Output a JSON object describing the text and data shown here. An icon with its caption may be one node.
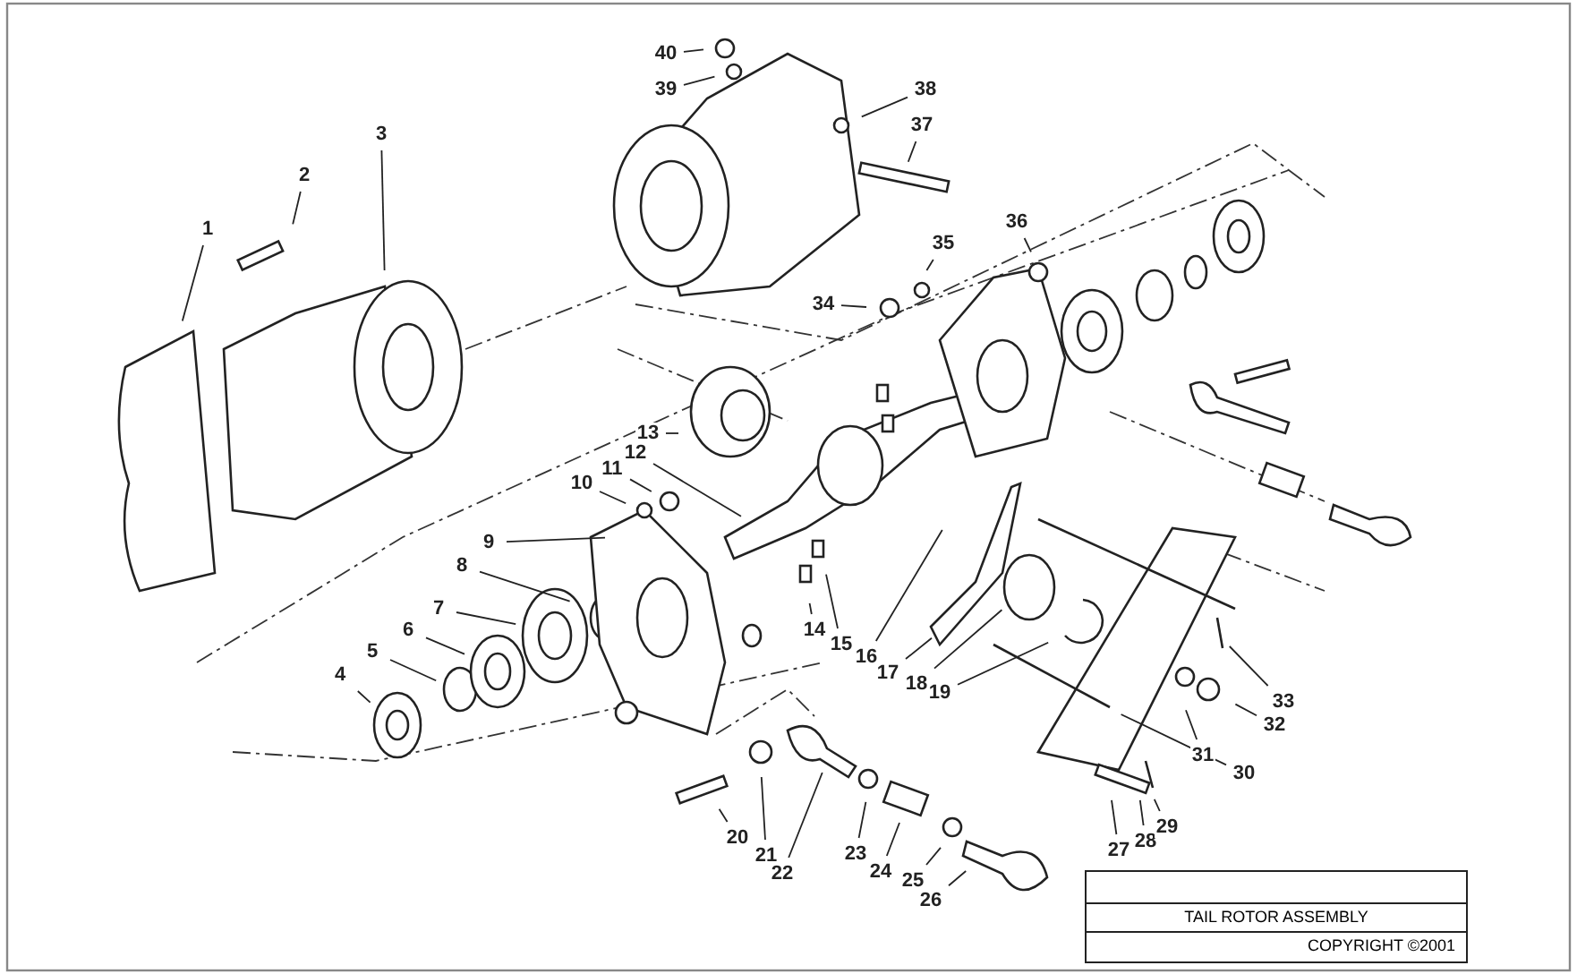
{
  "diagram": {
    "title": "TAIL ROTOR ASSEMBLY",
    "nodes": [
      {
        "text": [
          "1"
        ]
      },
      {
        "text": [
          "2"
        ]
      },
      {
        "text": [
          "3"
        ]
      },
      {
        "text": [
          "4"
        ]
      },
      {
        "text": [
          "5"
        ]
      },
      {
        "text": [
          "6"
        ]
      },
      {
        "text": [
          "7"
        ]
      },
      {
        "text": [
          "8"
        ]
      },
      {
        "text": [
          "9"
        ]
      },
      {
        "text": [
          "10"
        ]
      },
      {
        "text": [
          "11"
        ]
      },
      {
        "text": [
          "12"
        ]
      },
      {
        "text": [
          "13"
        ]
      },
      {
        "text": [
          "14"
        ]
      },
      {
        "text": [
          "15"
        ]
      },
      {
        "text": [
          "16"
        ]
      },
      {
        "text": [
          "17"
        ]
      },
      {
        "text": [
          "18"
        ]
      },
      {
        "text": [
          "19"
        ]
      },
      {
        "text": [
          "20"
        ]
      },
      {
        "text": [
          "21"
        ]
      },
      {
        "text": [
          "22"
        ]
      },
      {
        "text": [
          "23"
        ]
      },
      {
        "text": [
          "24"
        ]
      },
      {
        "text": [
          "25"
        ]
      },
      {
        "text": [
          "26"
        ]
      },
      {
        "text": [
          "27"
        ]
      },
      {
        "text": [
          "28"
        ]
      },
      {
        "text": [
          "29"
        ]
      },
      {
        "text": [
          "30"
        ]
      },
      {
        "text": [
          "31"
        ]
      },
      {
        "text": [
          "32"
        ]
      },
      {
        "text": [
          "33"
        ]
      },
      {
        "text": [
          "34"
        ]
      },
      {
        "text": [
          "35"
        ]
      },
      {
        "text": [
          "36"
        ]
      },
      {
        "text": [
          "37"
        ]
      },
      {
        "text": [
          "38"
        ]
      },
      {
        "text": [
          "39"
        ]
      },
      {
        "text": [
          "40"
        ]
      }
    ],
    "edges": [
      {
        "from": 0,
        "to": null,
        "arrow": "none"
      },
      {
        "from": 1,
        "to": null,
        "arrow": "none"
      },
      {
        "from": 2,
        "to": null,
        "arrow": "none"
      },
      {
        "from": 3,
        "to": null,
        "arrow": "none"
      },
      {
        "from": 4,
        "to": null,
        "arrow": "none"
      },
      {
        "from": 5,
        "to": null,
        "arrow": "none"
      },
      {
        "from": 6,
        "to": null,
        "arrow": "none"
      },
      {
        "from": 7,
        "to": null,
        "arrow": "none"
      },
      {
        "from": 8,
        "to": null,
        "arrow": "none"
      },
      {
        "from": 9,
        "to": null,
        "arrow": "none"
      },
      {
        "from": 10,
        "to": null,
        "arrow": "none"
      },
      {
        "from": 11,
        "to": null,
        "arrow": "none"
      },
      {
        "from": 12,
        "to": null,
        "arrow": "none"
      },
      {
        "from": 13,
        "to": null,
        "arrow": "none"
      },
      {
        "from": 14,
        "to": null,
        "arrow": "none"
      },
      {
        "from": 15,
        "to": null,
        "arrow": "none"
      },
      {
        "from": 16,
        "to": null,
        "arrow": "none"
      },
      {
        "from": 17,
        "to": null,
        "arrow": "none"
      },
      {
        "from": 18,
        "to": null,
        "arrow": "none"
      },
      {
        "from": 19,
        "to": null,
        "arrow": "none"
      },
      {
        "from": 20,
        "to": null,
        "arrow": "none"
      },
      {
        "from": 21,
        "to": null,
        "arrow": "none"
      },
      {
        "from": 22,
        "to": null,
        "arrow": "none"
      },
      {
        "from": 23,
        "to": null,
        "arrow": "none"
      },
      {
        "from": 24,
        "to": null,
        "arrow": "none"
      },
      {
        "from": 25,
        "to": null,
        "arrow": "none"
      },
      {
        "from": 26,
        "to": null,
        "arrow": "none"
      },
      {
        "from": 27,
        "to": null,
        "arrow": "none"
      },
      {
        "from": 28,
        "to": null,
        "arrow": "none"
      },
      {
        "from": 29,
        "to": null,
        "arrow": "none"
      },
      {
        "from": 30,
        "to": null,
        "arrow": "none"
      },
      {
        "from": 31,
        "to": null,
        "arrow": "none"
      },
      {
        "from": 32,
        "to": null,
        "arrow": "none"
      },
      {
        "from": 33,
        "to": null,
        "arrow": "none"
      },
      {
        "from": 34,
        "to": null,
        "arrow": "none"
      },
      {
        "from": 35,
        "to": null,
        "arrow": "none"
      },
      {
        "from": 36,
        "to": null,
        "arrow": "none"
      },
      {
        "from": 37,
        "to": null,
        "arrow": "none"
      },
      {
        "from": 38,
        "to": null,
        "arrow": "none"
      },
      {
        "from": 39,
        "to": null,
        "arrow": "none"
      }
    ],
    "labels": [
      "COPYRIGHT ©2001"
    ]
  }
}
